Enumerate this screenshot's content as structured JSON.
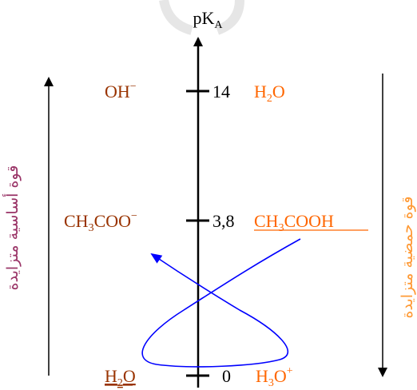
{
  "axis": {
    "label_main": "pK",
    "label_sub": "A"
  },
  "ticks": [
    {
      "value": 14,
      "label": "14"
    },
    {
      "value": 3.8,
      "label": "3,8"
    },
    {
      "value": 0,
      "label": "0"
    }
  ],
  "bases": {
    "row14": {
      "main": "OH",
      "sup": "−"
    },
    "row38": {
      "p1": "CH",
      "s1": "3",
      "p2": "COO",
      "sup": "−"
    },
    "row0": {
      "p1": "H",
      "s1": "2",
      "p2": "O"
    }
  },
  "acids": {
    "row14": {
      "p1": "H",
      "s1": "2",
      "p2": "O"
    },
    "row38": {
      "p1": "CH",
      "s1": "3",
      "p2": "COOH"
    },
    "row0": {
      "p1": "H",
      "s1": "3",
      "p2": "O",
      "sup": "+"
    }
  },
  "side_labels": {
    "left": "قوة أساسية متزايدة",
    "right": "قوة حمضية متزايدة"
  },
  "colors": {
    "base": "#993300",
    "acid": "#ff6600",
    "left_label": "#993366",
    "right_label": "#ff9933",
    "reaction": "#0000ff",
    "axis": "#000000"
  }
}
